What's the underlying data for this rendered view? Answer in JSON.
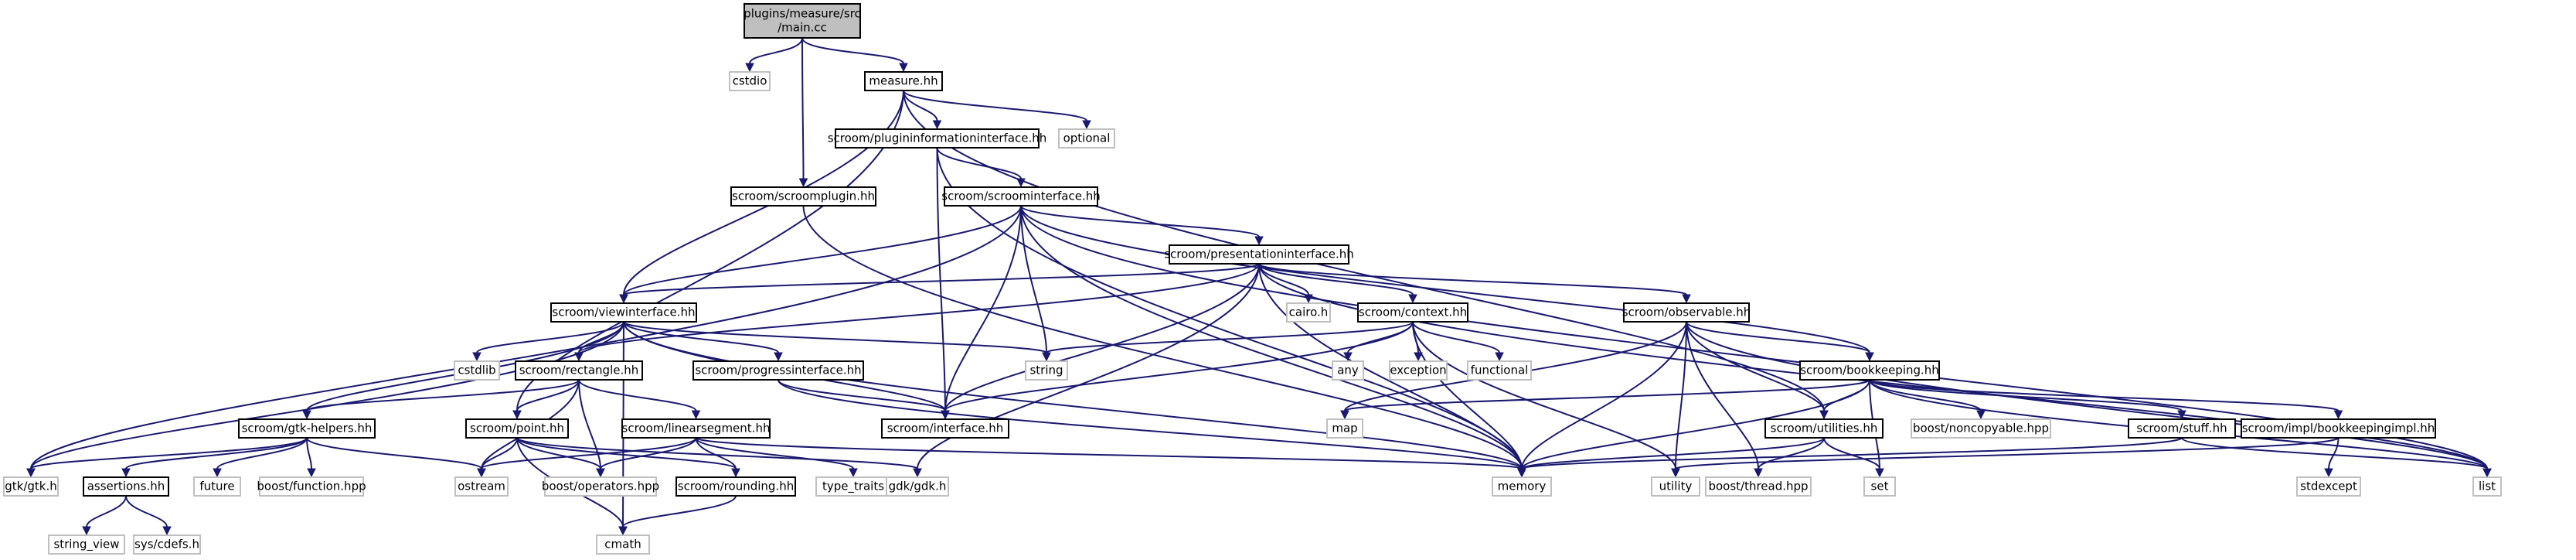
{
  "graph": {
    "type": "include-dependency-graph",
    "edge_color": "#191970",
    "main_node_fill": "#bfbfbf",
    "internal_border": "#000000",
    "external_border": "#bfbfbf",
    "nodes": [
      {
        "id": "main",
        "label": [
          "plugins/measure/src",
          "/main.cc"
        ],
        "kind": "main"
      },
      {
        "id": "cstdio",
        "label": [
          "cstdio"
        ],
        "kind": "external"
      },
      {
        "id": "measure",
        "label": [
          "measure.hh"
        ],
        "kind": "internal"
      },
      {
        "id": "scroomplugin",
        "label": [
          "scroom/scroomplugin.hh"
        ],
        "kind": "internal"
      },
      {
        "id": "plugininfo",
        "label": [
          "scroom/plugininformationinterface.hh"
        ],
        "kind": "internal"
      },
      {
        "id": "optional",
        "label": [
          "optional"
        ],
        "kind": "external"
      },
      {
        "id": "scroominterface",
        "label": [
          "scroom/scroominterface.hh"
        ],
        "kind": "internal"
      },
      {
        "id": "presentation",
        "label": [
          "scroom/presentationinterface.hh"
        ],
        "kind": "internal"
      },
      {
        "id": "viewinterface",
        "label": [
          "scroom/viewinterface.hh"
        ],
        "kind": "internal"
      },
      {
        "id": "cairo",
        "label": [
          "cairo.h"
        ],
        "kind": "external"
      },
      {
        "id": "context",
        "label": [
          "scroom/context.hh"
        ],
        "kind": "internal"
      },
      {
        "id": "observable",
        "label": [
          "scroom/observable.hh"
        ],
        "kind": "internal"
      },
      {
        "id": "cstdlib",
        "label": [
          "cstdlib"
        ],
        "kind": "external"
      },
      {
        "id": "rectangle",
        "label": [
          "scroom/rectangle.hh"
        ],
        "kind": "internal"
      },
      {
        "id": "progress",
        "label": [
          "scroom/progressinterface.hh"
        ],
        "kind": "internal"
      },
      {
        "id": "string",
        "label": [
          "string"
        ],
        "kind": "external"
      },
      {
        "id": "any",
        "label": [
          "any"
        ],
        "kind": "external"
      },
      {
        "id": "exception",
        "label": [
          "exception"
        ],
        "kind": "external"
      },
      {
        "id": "functional",
        "label": [
          "functional"
        ],
        "kind": "external"
      },
      {
        "id": "bookkeeping",
        "label": [
          "scroom/bookkeeping.hh"
        ],
        "kind": "internal"
      },
      {
        "id": "gtkhelpers",
        "label": [
          "scroom/gtk-helpers.hh"
        ],
        "kind": "internal"
      },
      {
        "id": "point",
        "label": [
          "scroom/point.hh"
        ],
        "kind": "internal"
      },
      {
        "id": "linearsegment",
        "label": [
          "scroom/linearsegment.hh"
        ],
        "kind": "internal"
      },
      {
        "id": "interface",
        "label": [
          "scroom/interface.hh"
        ],
        "kind": "internal"
      },
      {
        "id": "map",
        "label": [
          "map"
        ],
        "kind": "external"
      },
      {
        "id": "utilities",
        "label": [
          "scroom/utilities.hh"
        ],
        "kind": "internal"
      },
      {
        "id": "noncopyable",
        "label": [
          "boost/noncopyable.hpp"
        ],
        "kind": "external"
      },
      {
        "id": "stuff",
        "label": [
          "scroom/stuff.hh"
        ],
        "kind": "internal"
      },
      {
        "id": "bookimpl",
        "label": [
          "scroom/impl/bookkeepingimpl.hh"
        ],
        "kind": "internal"
      },
      {
        "id": "gtkh",
        "label": [
          "gtk/gtk.h"
        ],
        "kind": "external"
      },
      {
        "id": "assertions",
        "label": [
          "assertions.hh"
        ],
        "kind": "internal"
      },
      {
        "id": "future",
        "label": [
          "future"
        ],
        "kind": "external"
      },
      {
        "id": "boostfunction",
        "label": [
          "boost/function.hpp"
        ],
        "kind": "external"
      },
      {
        "id": "ostream",
        "label": [
          "ostream"
        ],
        "kind": "external"
      },
      {
        "id": "operators",
        "label": [
          "boost/operators.hpp"
        ],
        "kind": "external"
      },
      {
        "id": "rounding",
        "label": [
          "scroom/rounding.hh"
        ],
        "kind": "internal"
      },
      {
        "id": "typetraits",
        "label": [
          "type_traits"
        ],
        "kind": "external"
      },
      {
        "id": "gdkh",
        "label": [
          "gdk/gdk.h"
        ],
        "kind": "external"
      },
      {
        "id": "memory",
        "label": [
          "memory"
        ],
        "kind": "external"
      },
      {
        "id": "utility",
        "label": [
          "utility"
        ],
        "kind": "external"
      },
      {
        "id": "boostthread",
        "label": [
          "boost/thread.hpp"
        ],
        "kind": "external"
      },
      {
        "id": "set",
        "label": [
          "set"
        ],
        "kind": "external"
      },
      {
        "id": "stdexcept",
        "label": [
          "stdexcept"
        ],
        "kind": "external"
      },
      {
        "id": "list",
        "label": [
          "list"
        ],
        "kind": "external"
      },
      {
        "id": "string_view",
        "label": [
          "string_view"
        ],
        "kind": "external"
      },
      {
        "id": "cdefs",
        "label": [
          "sys/cdefs.h"
        ],
        "kind": "external"
      },
      {
        "id": "cmath",
        "label": [
          "cmath"
        ],
        "kind": "external"
      }
    ],
    "edges": [
      [
        "main",
        "cstdio"
      ],
      [
        "main",
        "measure"
      ],
      [
        "main",
        "scroomplugin"
      ],
      [
        "measure",
        "plugininfo"
      ],
      [
        "measure",
        "optional"
      ],
      [
        "measure",
        "viewinterface"
      ],
      [
        "measure",
        "point"
      ],
      [
        "measure",
        "utilities"
      ],
      [
        "scroomplugin",
        "memory"
      ],
      [
        "plugininfo",
        "scroominterface"
      ],
      [
        "plugininfo",
        "interface"
      ],
      [
        "plugininfo",
        "memory"
      ],
      [
        "scroominterface",
        "presentation"
      ],
      [
        "scroominterface",
        "viewinterface"
      ],
      [
        "scroominterface",
        "string"
      ],
      [
        "scroominterface",
        "interface"
      ],
      [
        "scroominterface",
        "memory"
      ],
      [
        "scroominterface",
        "gtkh"
      ],
      [
        "scroominterface",
        "list"
      ],
      [
        "scroominterface",
        "bookkeeping"
      ],
      [
        "presentation",
        "viewinterface"
      ],
      [
        "presentation",
        "cairo"
      ],
      [
        "presentation",
        "context"
      ],
      [
        "presentation",
        "observable"
      ],
      [
        "presentation",
        "rectangle"
      ],
      [
        "presentation",
        "interface"
      ],
      [
        "presentation",
        "memory"
      ],
      [
        "presentation",
        "gdkh"
      ],
      [
        "presentation",
        "list"
      ],
      [
        "viewinterface",
        "cstdlib"
      ],
      [
        "viewinterface",
        "rectangle"
      ],
      [
        "viewinterface",
        "progress"
      ],
      [
        "viewinterface",
        "string"
      ],
      [
        "viewinterface",
        "interface"
      ],
      [
        "viewinterface",
        "gtkhelpers"
      ],
      [
        "viewinterface",
        "gtkh"
      ],
      [
        "viewinterface",
        "cmath"
      ],
      [
        "viewinterface",
        "memory"
      ],
      [
        "context",
        "string"
      ],
      [
        "context",
        "any"
      ],
      [
        "context",
        "exception"
      ],
      [
        "context",
        "functional"
      ],
      [
        "context",
        "interface"
      ],
      [
        "context",
        "memory"
      ],
      [
        "context",
        "utility"
      ],
      [
        "observable",
        "bookkeeping"
      ],
      [
        "observable",
        "map"
      ],
      [
        "observable",
        "utilities"
      ],
      [
        "observable",
        "memory"
      ],
      [
        "observable",
        "utility"
      ],
      [
        "observable",
        "boostthread"
      ],
      [
        "observable",
        "list"
      ],
      [
        "rectangle",
        "gtkhelpers"
      ],
      [
        "rectangle",
        "point"
      ],
      [
        "rectangle",
        "linearsegment"
      ],
      [
        "rectangle",
        "ostream"
      ],
      [
        "rectangle",
        "operators"
      ],
      [
        "progress",
        "interface"
      ],
      [
        "progress",
        "memory"
      ],
      [
        "bookkeeping",
        "map"
      ],
      [
        "bookkeeping",
        "utilities"
      ],
      [
        "bookkeeping",
        "noncopyable"
      ],
      [
        "bookkeeping",
        "stuff"
      ],
      [
        "bookkeeping",
        "bookimpl"
      ],
      [
        "bookkeeping",
        "memory"
      ],
      [
        "bookkeeping",
        "set"
      ],
      [
        "bookkeeping",
        "list"
      ],
      [
        "gtkhelpers",
        "gtkh"
      ],
      [
        "gtkhelpers",
        "assertions"
      ],
      [
        "gtkhelpers",
        "future"
      ],
      [
        "gtkhelpers",
        "boostfunction"
      ],
      [
        "gtkhelpers",
        "ostream"
      ],
      [
        "point",
        "ostream"
      ],
      [
        "point",
        "operators"
      ],
      [
        "point",
        "rounding"
      ],
      [
        "point",
        "cmath"
      ],
      [
        "point",
        "gdkh"
      ],
      [
        "linearsegment",
        "ostream"
      ],
      [
        "linearsegment",
        "operators"
      ],
      [
        "linearsegment",
        "rounding"
      ],
      [
        "linearsegment",
        "typetraits"
      ],
      [
        "linearsegment",
        "memory"
      ],
      [
        "utilities",
        "memory"
      ],
      [
        "utilities",
        "boostthread"
      ],
      [
        "utilities",
        "set"
      ],
      [
        "stuff",
        "memory"
      ],
      [
        "stuff",
        "list"
      ],
      [
        "bookimpl",
        "stdexcept"
      ],
      [
        "bookimpl",
        "utility"
      ],
      [
        "assertions",
        "string_view"
      ],
      [
        "assertions",
        "cdefs"
      ],
      [
        "rounding",
        "cmath"
      ]
    ]
  }
}
